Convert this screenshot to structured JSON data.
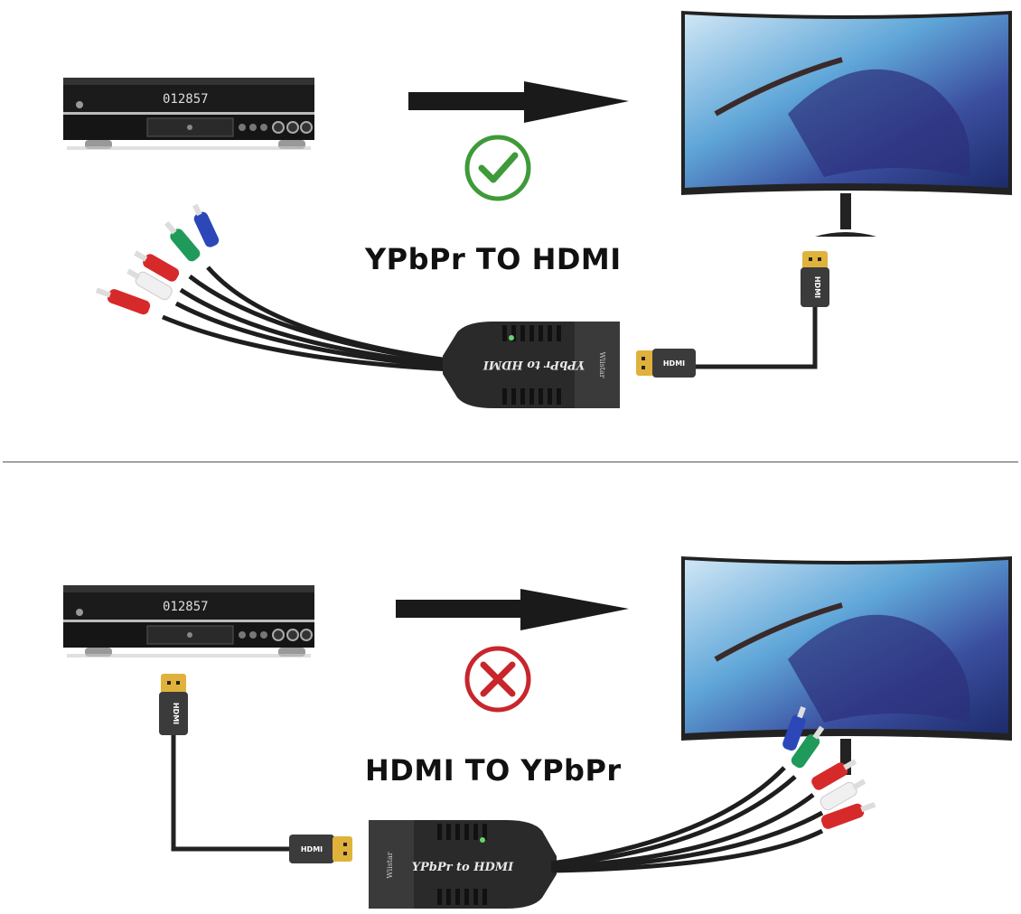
{
  "panels": [
    {
      "id": "top",
      "caption": "YPbPr TO HDMI",
      "status": "supported",
      "status_icon": "check-circle-icon",
      "status_color": "#3f9a3a",
      "source_device": "dvd-player",
      "dvd_display": "012857",
      "target_device": "curved-monitor",
      "adapter_label": "YPbPr to HDMI",
      "adapter_brand": "Wiistar",
      "hdmi_plug_label": "HDMI",
      "rca_plug_colors": [
        "#2b47b8",
        "#1f9a5a",
        "#d62a2a",
        "#f2f2f2",
        "#d62a2a"
      ]
    },
    {
      "id": "bottom",
      "caption": "HDMI TO YPbPr",
      "status": "not-supported",
      "status_icon": "x-circle-icon",
      "status_color": "#c8262c",
      "source_device": "dvd-player",
      "dvd_display": "012857",
      "target_device": "curved-monitor",
      "adapter_label": "YPbPr to HDMI",
      "adapter_brand": "Wiistar",
      "hdmi_plug_label": "HDMI",
      "rca_plug_colors": [
        "#2b47b8",
        "#1f9a5a",
        "#d62a2a",
        "#f2f2f2",
        "#d62a2a"
      ]
    }
  ],
  "colors": {
    "arrow": "#1a1a1a",
    "divider": "#555555",
    "cable": "#222222",
    "hdmi_gold": "#e0b23c",
    "adapter_body": "#2a2a2a"
  }
}
